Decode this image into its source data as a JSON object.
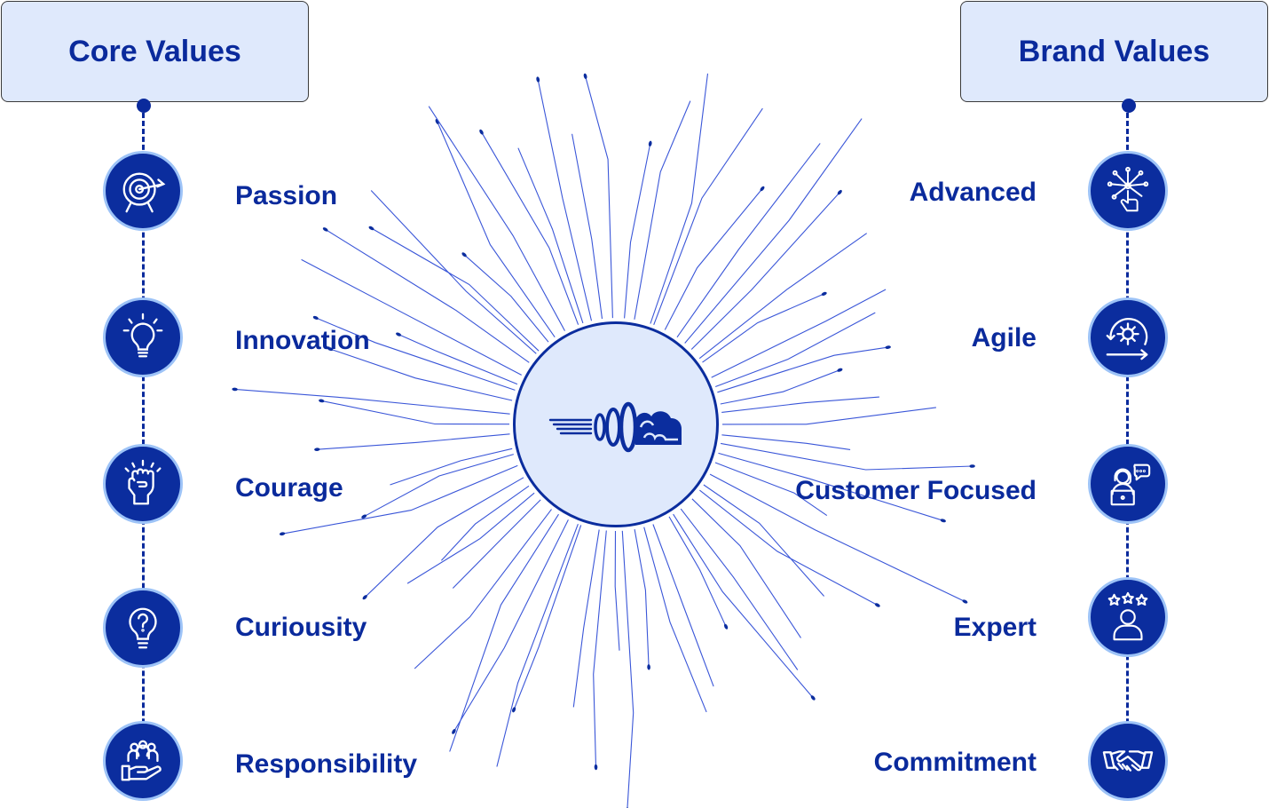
{
  "core": {
    "title": "Core Values",
    "items": [
      {
        "label": "Passion",
        "icon": "target-icon"
      },
      {
        "label": "Innovation",
        "icon": "lightbulb-icon"
      },
      {
        "label": "Courage",
        "icon": "raised-fist-icon"
      },
      {
        "label": "Curiousity",
        "icon": "question-bulb-icon"
      },
      {
        "label": "Responsibility",
        "icon": "hand-holding-people-icon"
      }
    ]
  },
  "brand": {
    "title": "Brand Values",
    "items": [
      {
        "label": "Advanced",
        "icon": "touch-network-icon"
      },
      {
        "label": "Agile",
        "icon": "gear-cycle-icon"
      },
      {
        "label": "Customer Focused",
        "icon": "support-agent-icon"
      },
      {
        "label": "Expert",
        "icon": "rated-person-icon"
      },
      {
        "label": "Commitment",
        "icon": "handshake-icon"
      }
    ]
  },
  "hub": {
    "icon": "speed-cloud-logo-icon"
  },
  "colors": {
    "primary": "#0b2d9e",
    "light": "#dfe9fc",
    "ring": "#9dc3f7",
    "rays": "#3a56d8"
  }
}
